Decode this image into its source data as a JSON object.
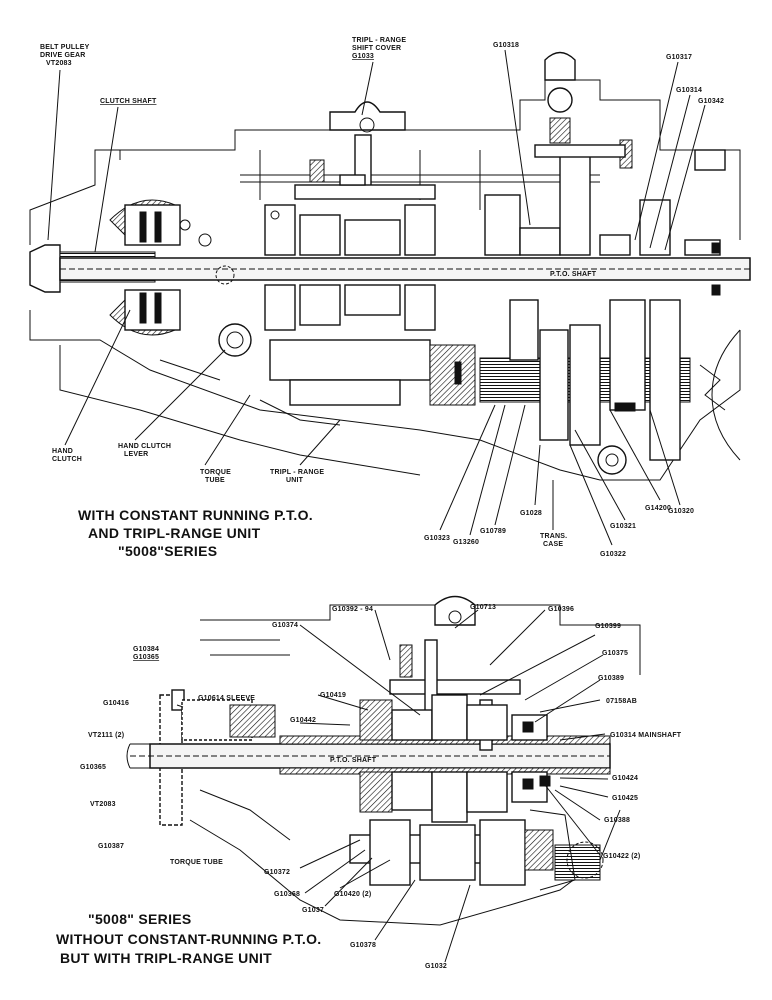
{
  "top_labels": {
    "belt_pulley_1": "BELT PULLEY",
    "belt_pulley_2": "DRIVE GEAR",
    "belt_pulley_3": "VT2083",
    "clutch_shaft": "CLUTCH SHAFT",
    "tripl_cover_1": "TRIPL - RANGE",
    "tripl_cover_2": "SHIFT COVER",
    "tripl_cover_3": "G1033",
    "g10318": "G10318",
    "g10317": "G10317",
    "g10314": "G10314",
    "g10342": "G10342",
    "pto_shaft": "P.T.O. SHAFT",
    "hand_clutch_1": "HAND",
    "hand_clutch_2": "CLUTCH",
    "hand_lever_1": "HAND CLUTCH",
    "hand_lever_2": "LEVER",
    "torque_tube_1": "TORQUE",
    "torque_tube_2": "TUBE",
    "tripl_unit_1": "TRIPL - RANGE",
    "tripl_unit_2": "UNIT",
    "g10323": "G10323",
    "g13260": "G13260",
    "g10789": "G10789",
    "g1028": "G1028",
    "trans_case_1": "TRANS.",
    "trans_case_2": "CASE",
    "g10322": "G10322",
    "g10321": "G10321",
    "g14200": "G14200",
    "g10320": "G10320"
  },
  "top_caption": {
    "line1": "WITH CONSTANT RUNNING P.T.O.",
    "line2": "AND TRIPL-RANGE UNIT",
    "line3": "\"5008\"SERIES"
  },
  "bottom_labels": {
    "g10392": "G10392 - 94",
    "g10713": "G10713",
    "g10396": "G10396",
    "g10374": "G10374",
    "g10399": "G10399",
    "g10384": "G10384",
    "g10365a": "G10365",
    "g10614": "G10614 SLEEVE",
    "g10375": "G10375",
    "g10416": "G10416",
    "g10419": "G10419",
    "g10389": "G10389",
    "g10442": "G10442",
    "o7158ab": "07158AB",
    "vt2111": "VT2111 (2)",
    "g10314m": "G10314 MAINSHAFT",
    "g10365b": "G10365",
    "pto_shaft": "P.T.O. SHAFT",
    "g10424": "G10424",
    "vt2083": "VT2083",
    "g10425": "G10425",
    "g10388": "G10388",
    "g10387": "G10387",
    "g10422": "G10422 (2)",
    "torque_tube": "TORQUE TUBE",
    "g10372": "G10372",
    "g10368": "G10368",
    "g1037": "G1037",
    "g10420": "G10420 (2)",
    "g10378": "G10378",
    "g1032": "G1032"
  },
  "bottom_caption": {
    "line1": "\"5008\" SERIES",
    "line2": "WITHOUT CONSTANT-RUNNING P.T.O.",
    "line3": "BUT WITH TRIPL-RANGE UNIT"
  }
}
